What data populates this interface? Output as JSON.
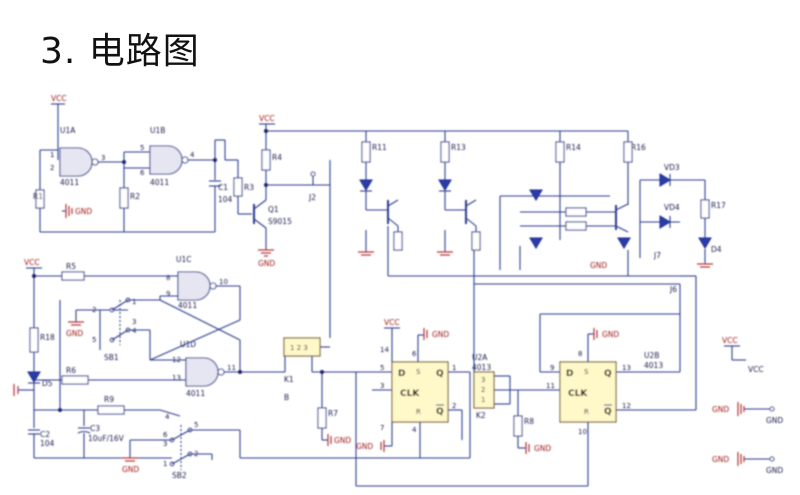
{
  "title": "3. 电路图",
  "labels": {
    "vcc": "VCC",
    "gnd": "GND",
    "U1A": "U1A",
    "U1B": "U1B",
    "U1C": "U1C",
    "U1D": "U1D",
    "U2A": "U2A",
    "U2B": "U2B",
    "chip4011": "4011",
    "chip4013": "4013",
    "R1": "R1",
    "R2": "R2",
    "R3": "R3",
    "R4": "R4",
    "R5": "R5",
    "R6": "R6",
    "R7": "R7",
    "R8": "R8",
    "R9": "R9",
    "R11": "R11",
    "R13": "R13",
    "R14": "R14",
    "R16": "R16",
    "R17": "R17",
    "R18": "R18",
    "C1": "C1",
    "C1v": "104",
    "C2": "C2",
    "C2v": "104",
    "C3": "C3",
    "C3v": "10uF/16V",
    "Q1": "Q1",
    "Q1v": "S9015",
    "D5": "D5",
    "VD3": "VD3",
    "VD4": "VD4",
    "D4": "D4",
    "K1": "K1",
    "K2": "K2",
    "J2": "J2",
    "J7": "J7",
    "J6": "J6",
    "SB1": "SB1",
    "SB2": "SB2",
    "pin_D": "D",
    "pin_S": "S",
    "pin_R": "R",
    "pin_Q": "Q",
    "pin_Qb": "Q",
    "pin_CLK": "CLK",
    "B": "B"
  }
}
